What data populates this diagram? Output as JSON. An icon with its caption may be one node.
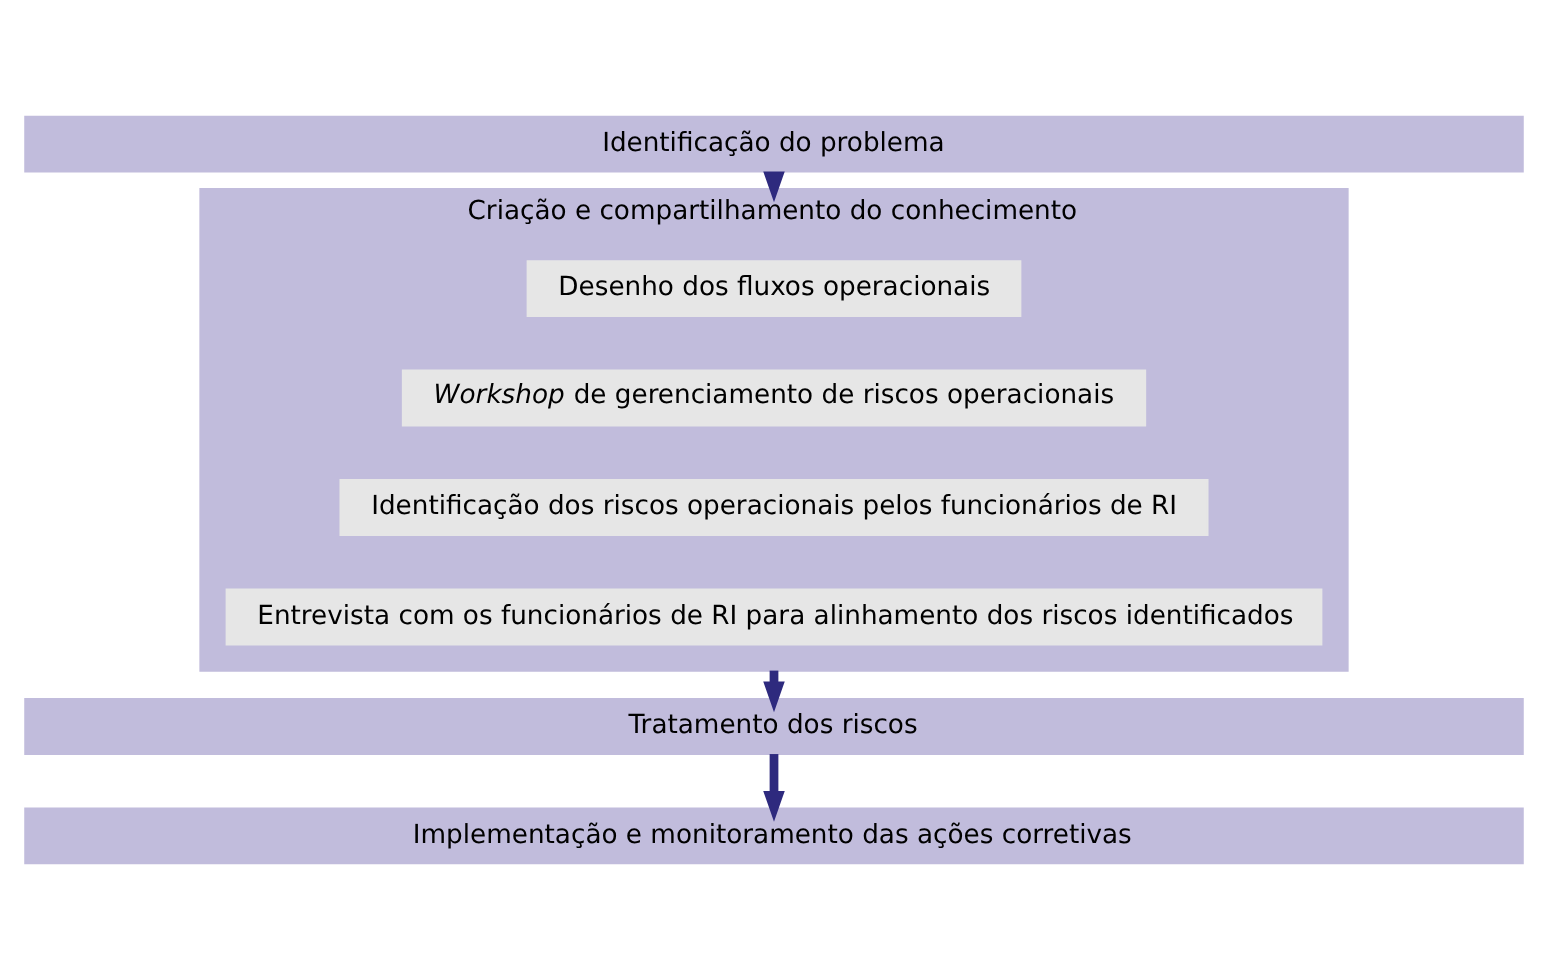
{
  "diagram": {
    "nodes": [
      {
        "text": [
          "Identificação do problema"
        ]
      },
      {
        "text": [
          "Criação e compartilhamento do conhecimento"
        ]
      },
      {
        "text": [
          "Desenho dos fluxos operacionais"
        ],
        "in": 1
      },
      {
        "text": [
          "*Workshop* de gerenciamento de riscos operacionais"
        ],
        "in": 1
      },
      {
        "text": [
          "Identificação dos riscos operacionais pelos funcionários de RI"
        ],
        "in": 1
      },
      {
        "text": [
          "Entrevista com os funcionários de RI para alinhamento dos riscos identificados"
        ],
        "in": 1
      },
      {
        "text": [
          "Tratamento dos riscos"
        ]
      },
      {
        "text": [
          "Implementação e monitoramento das ações corretivas"
        ]
      }
    ],
    "edges": [
      {
        "from": 0,
        "to": 1,
        "arrow": "to"
      },
      {
        "from": 1,
        "to": 6,
        "arrow": "to"
      },
      {
        "from": 6,
        "to": 7,
        "arrow": "to"
      }
    ]
  }
}
